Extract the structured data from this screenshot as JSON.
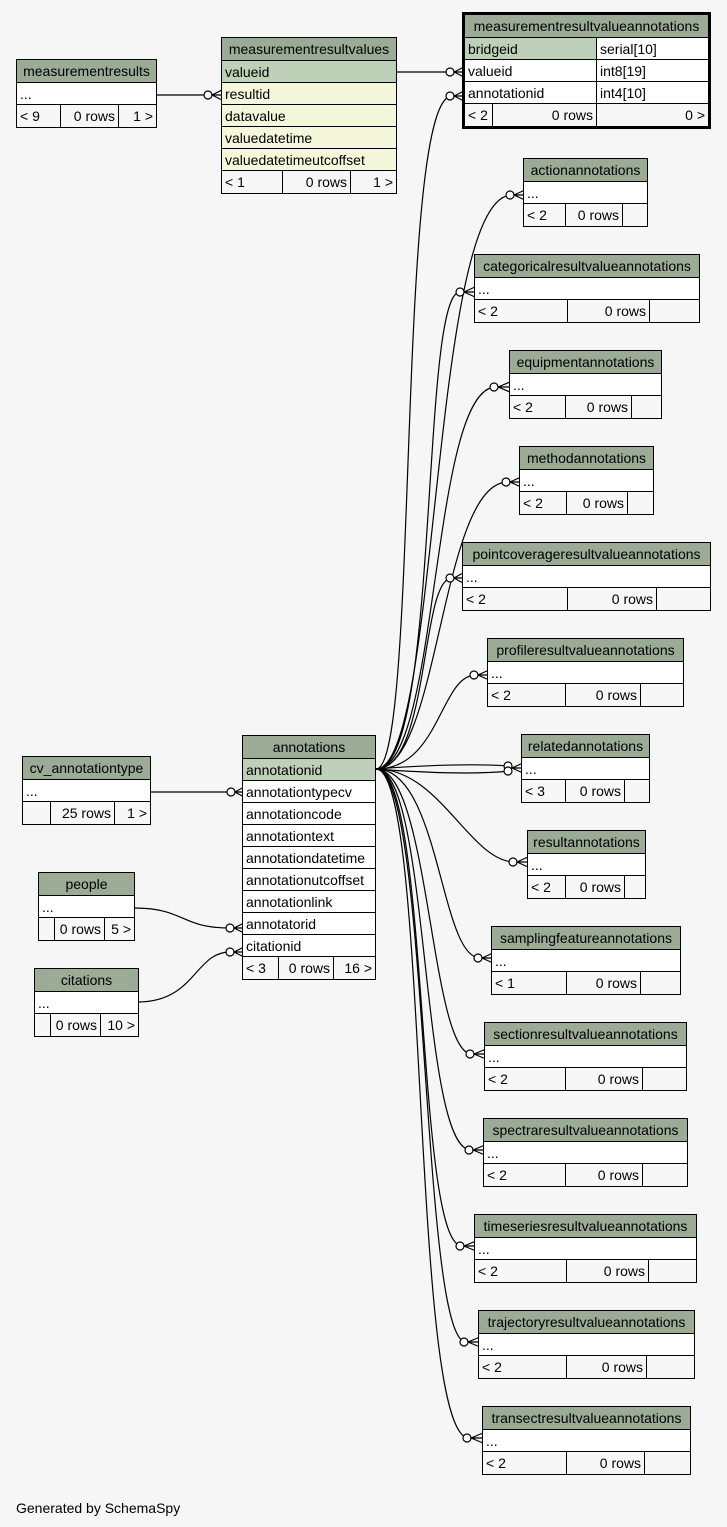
{
  "tables": {
    "measurementresults": {
      "name": "measurementresults",
      "rows": [
        "..."
      ],
      "footer": [
        "< 9",
        "0 rows",
        "1 >"
      ]
    },
    "measurementresultvalues": {
      "name": "measurementresultvalues",
      "rows": [
        "valueid",
        "resultid",
        "datavalue",
        "valuedatetime",
        "valuedatetimeutcoffset"
      ],
      "footer": [
        "< 1",
        "0 rows",
        "1 >"
      ]
    },
    "measurementresultvalueannotations": {
      "name": "measurementresultvalueannotations",
      "rows": [
        "bridgeid",
        "valueid",
        "annotationid"
      ],
      "types": [
        "serial[10]",
        "int8[19]",
        "int4[10]"
      ],
      "footer": [
        "< 2",
        "0 rows",
        "0 >"
      ]
    },
    "actionannotations": {
      "name": "actionannotations",
      "rows": [
        "..."
      ],
      "footer": [
        "< 2",
        "0 rows",
        ""
      ]
    },
    "categoricalresultvalueannotations": {
      "name": "categoricalresultvalueannotations",
      "rows": [
        "..."
      ],
      "footer": [
        "< 2",
        "0 rows",
        ""
      ]
    },
    "equipmentannotations": {
      "name": "equipmentannotations",
      "rows": [
        "..."
      ],
      "footer": [
        "< 2",
        "0 rows",
        ""
      ]
    },
    "methodannotations": {
      "name": "methodannotations",
      "rows": [
        "..."
      ],
      "footer": [
        "< 2",
        "0 rows",
        ""
      ]
    },
    "pointcoverageresultvalueannotations": {
      "name": "pointcoverageresultvalueannotations",
      "rows": [
        "..."
      ],
      "footer": [
        "< 2",
        "0 rows",
        ""
      ]
    },
    "profileresultvalueannotations": {
      "name": "profileresultvalueannotations",
      "rows": [
        "..."
      ],
      "footer": [
        "< 2",
        "0 rows",
        ""
      ]
    },
    "relatedannotations": {
      "name": "relatedannotations",
      "rows": [
        "..."
      ],
      "footer": [
        "< 3",
        "0 rows",
        ""
      ]
    },
    "resultannotations": {
      "name": "resultannotations",
      "rows": [
        "..."
      ],
      "footer": [
        "< 2",
        "0 rows",
        ""
      ]
    },
    "samplingfeatureannotations": {
      "name": "samplingfeatureannotations",
      "rows": [
        "..."
      ],
      "footer": [
        "< 1",
        "0 rows",
        ""
      ]
    },
    "sectionresultvalueannotations": {
      "name": "sectionresultvalueannotations",
      "rows": [
        "..."
      ],
      "footer": [
        "< 2",
        "0 rows",
        ""
      ]
    },
    "spectraresultvalueannotations": {
      "name": "spectraresultvalueannotations",
      "rows": [
        "..."
      ],
      "footer": [
        "< 2",
        "0 rows",
        ""
      ]
    },
    "timeseriesresultvalueannotations": {
      "name": "timeseriesresultvalueannotations",
      "rows": [
        "..."
      ],
      "footer": [
        "< 2",
        "0 rows",
        ""
      ]
    },
    "trajectoryresultvalueannotations": {
      "name": "trajectoryresultvalueannotations",
      "rows": [
        "..."
      ],
      "footer": [
        "< 2",
        "0 rows",
        ""
      ]
    },
    "transectresultvalueannotations": {
      "name": "transectresultvalueannotations",
      "rows": [
        "..."
      ],
      "footer": [
        "< 2",
        "0 rows",
        ""
      ]
    },
    "annotations": {
      "name": "annotations",
      "rows": [
        "annotationid",
        "annotationtypecv",
        "annotationcode",
        "annotationtext",
        "annotationdatetime",
        "annotationutcoffset",
        "annotationlink",
        "annotatorid",
        "citationid"
      ],
      "footer": [
        "< 3",
        "0 rows",
        "16 >"
      ]
    },
    "cv_annotationtype": {
      "name": "cv_annotationtype",
      "rows": [
        "..."
      ],
      "footer": [
        "",
        "25 rows",
        "1 >"
      ]
    },
    "people": {
      "name": "people",
      "rows": [
        "..."
      ],
      "footer": [
        "",
        "0 rows",
        "5 >"
      ]
    },
    "citations": {
      "name": "citations",
      "rows": [
        "..."
      ],
      "footer": [
        "",
        "0 rows",
        "10 >"
      ]
    }
  },
  "generated_by": "Generated by SchemaSpy",
  "colors": {
    "header": "#9bab96",
    "pk": "#bed1b8",
    "fk": "#f4f7da",
    "background": "#f6f6f6"
  }
}
